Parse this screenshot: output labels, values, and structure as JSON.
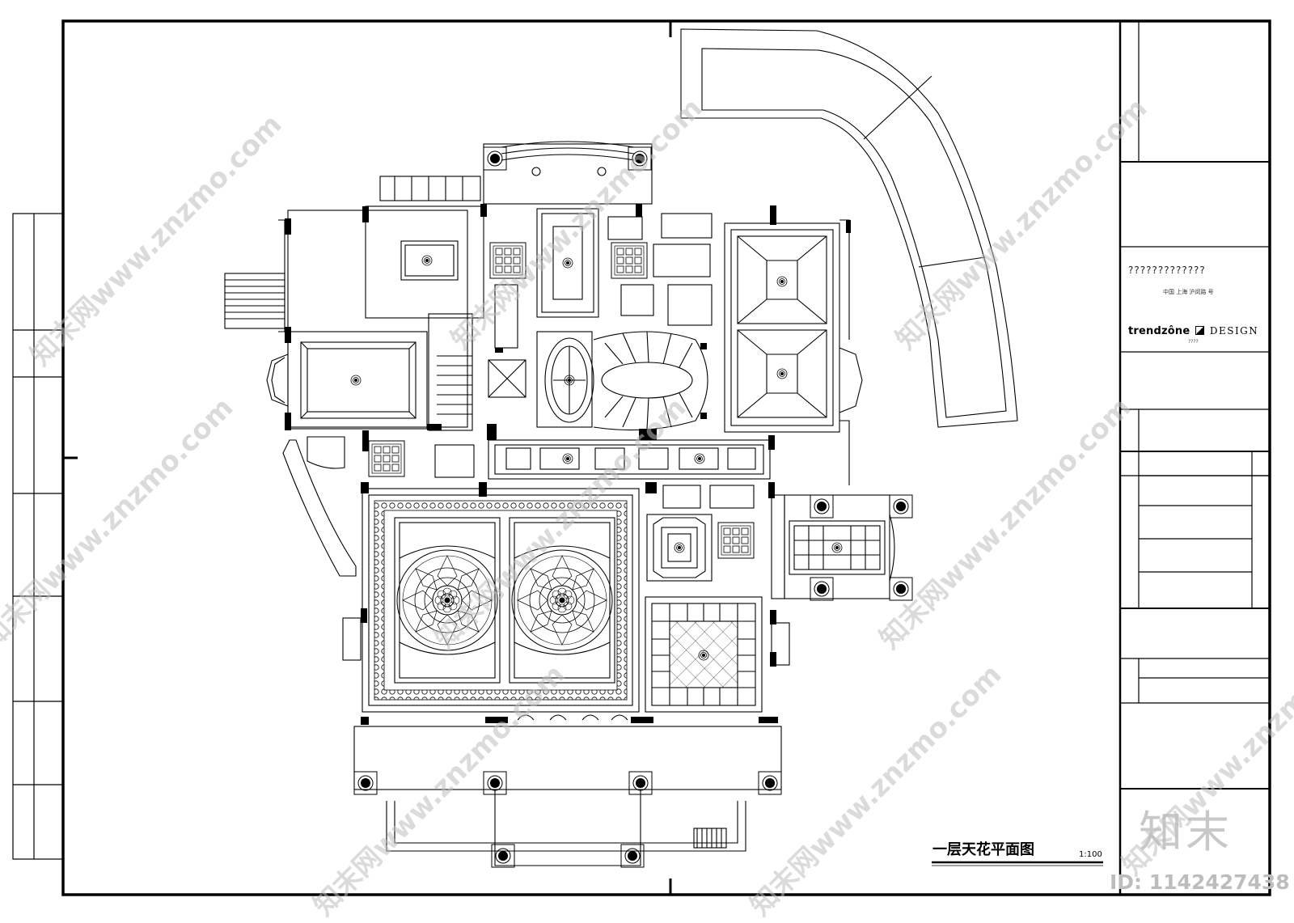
{
  "title_block": {
    "heading": "?????????????",
    "address": "中国 上海 沪闵路        号",
    "brand_word": "trendzône",
    "brand_design": "DESIGN",
    "brand_sub": "????"
  },
  "drawing": {
    "title": "一层天花平面图",
    "scale": "1:100"
  },
  "watermark": {
    "logo": "知末",
    "id": "ID: 1142427438",
    "text": "知末网www.znzmo.com"
  },
  "colors": {
    "line": "#000000",
    "watermark": "#bdbdbd"
  }
}
